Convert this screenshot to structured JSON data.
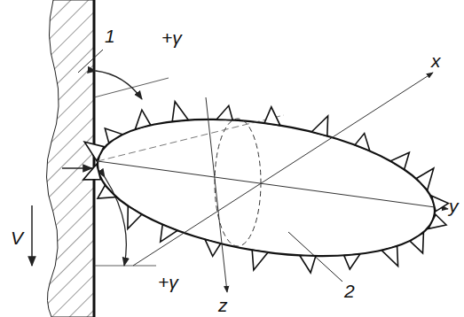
{
  "diagram": {
    "labels": [
      "1",
      "+γ",
      "x",
      "y",
      "z",
      "V",
      "+γ",
      "2"
    ]
  }
}
